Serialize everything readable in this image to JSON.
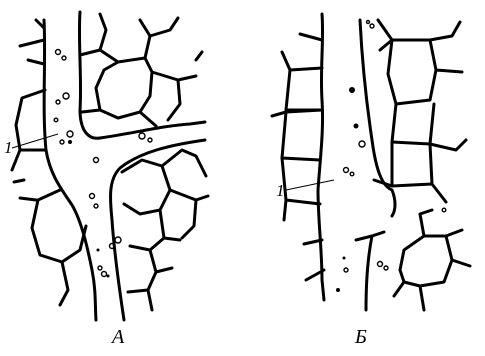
{
  "panels": [
    {
      "caption": "А",
      "callout": "1"
    },
    {
      "caption": "Б",
      "callout": "1"
    }
  ],
  "colors": {
    "wall": "#000000",
    "lumen": "#ffffff",
    "background": "#ffffff"
  }
}
